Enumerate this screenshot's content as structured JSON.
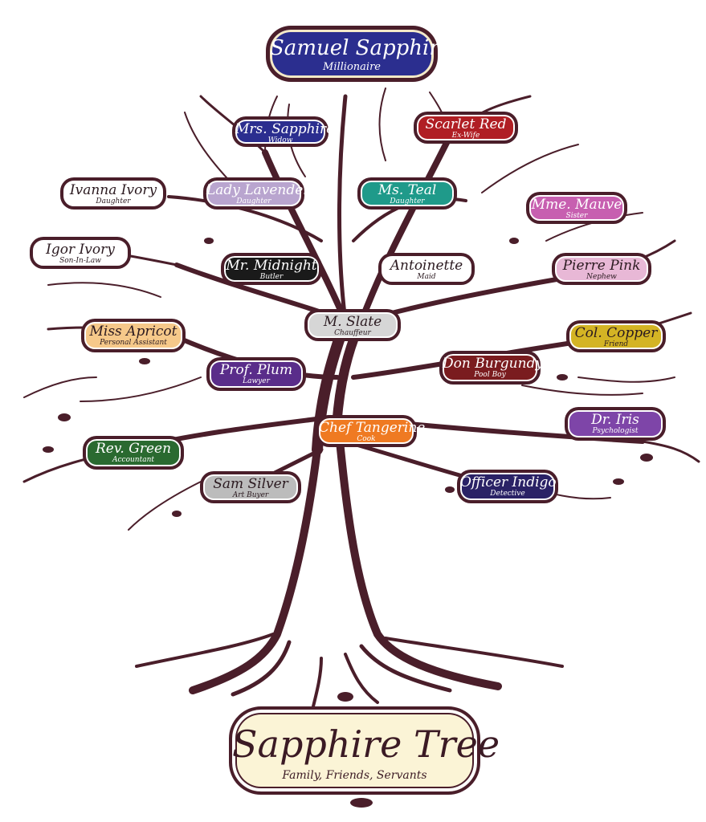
{
  "colors": {
    "trunk": "#4a1e2a",
    "header_fill": "#2b2e8f",
    "footer_fill": "#fbf4d6"
  },
  "header": {
    "name": "Samuel Sapphire",
    "role": "Millionaire"
  },
  "footer": {
    "title": "Sapphire Tree",
    "subtitle": "Family, Friends, Servants"
  },
  "people": [
    {
      "name": "Mrs. Sapphire",
      "role": "Widow",
      "fill": "#2b2e8f",
      "text": "#ffffff"
    },
    {
      "name": "Scarlet Red",
      "role": "Ex-Wife",
      "fill": "#b01e24",
      "text": "#ffffff"
    },
    {
      "name": "Ivanna Ivory",
      "role": "Daughter",
      "fill": "#ffffff",
      "text": "#2b1a20"
    },
    {
      "name": "Lady Lavender",
      "role": "Daughter",
      "fill": "#b9a5cf",
      "text": "#ffffff"
    },
    {
      "name": "Ms. Teal",
      "role": "Daughter",
      "fill": "#1f9a8a",
      "text": "#ffffff"
    },
    {
      "name": "Mme. Mauve",
      "role": "Sister",
      "fill": "#c75fb0",
      "text": "#ffffff"
    },
    {
      "name": "Igor Ivory",
      "role": "Son-In-Law",
      "fill": "#ffffff",
      "text": "#2b1a20"
    },
    {
      "name": "Mr. Midnight",
      "role": "Butler",
      "fill": "#1a1a1a",
      "text": "#ffffff"
    },
    {
      "name": "Antoinette",
      "role": "Maid",
      "fill": "#ffffff",
      "text": "#2b1a20"
    },
    {
      "name": "Pierre Pink",
      "role": "Nephew",
      "fill": "#e8b8d6",
      "text": "#2b1a20"
    },
    {
      "name": "Miss Apricot",
      "role": "Personal Assistant",
      "fill": "#f6c98a",
      "text": "#2b1a20"
    },
    {
      "name": "M. Slate",
      "role": "Chauffeur",
      "fill": "#d6d6d6",
      "text": "#2b1a20"
    },
    {
      "name": "Col. Copper",
      "role": "Friend",
      "fill": "#d4b424",
      "text": "#2b1a20"
    },
    {
      "name": "Prof. Plum",
      "role": "Lawyer",
      "fill": "#5a2d8a",
      "text": "#ffffff"
    },
    {
      "name": "Don Burgundy",
      "role": "Pool Boy",
      "fill": "#7a1c1f",
      "text": "#ffffff"
    },
    {
      "name": "Dr. Iris",
      "role": "Psychologist",
      "fill": "#7e45a8",
      "text": "#ffffff"
    },
    {
      "name": "Chef Tangerine",
      "role": "Cook",
      "fill": "#ef7a22",
      "text": "#ffffff"
    },
    {
      "name": "Rev. Green",
      "role": "Accountant",
      "fill": "#2a6a30",
      "text": "#ffffff"
    },
    {
      "name": "Sam Silver",
      "role": "Art Buyer",
      "fill": "#bcbcbc",
      "text": "#2b1a20"
    },
    {
      "name": "Officer Indigo",
      "role": "Detective",
      "fill": "#2a2266",
      "text": "#ffffff"
    }
  ]
}
